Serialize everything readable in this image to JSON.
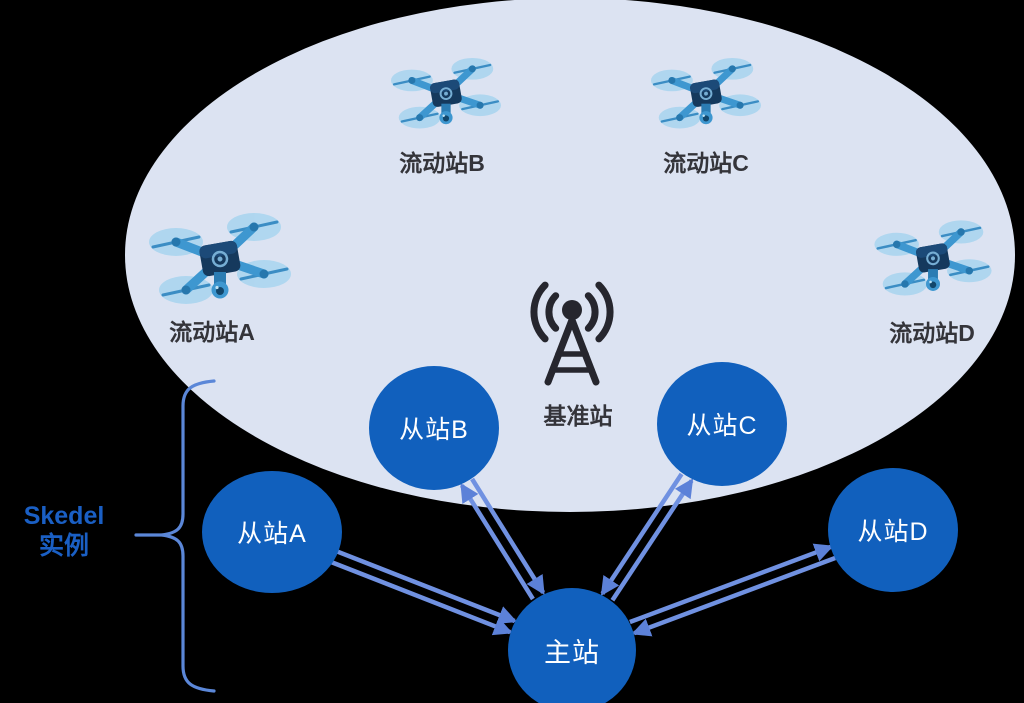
{
  "diagram": {
    "type": "network-architecture",
    "description": "Drone RTK network: rover drones inside a base-station coverage area, mapped to Skedel instance nodes linked to a master node"
  },
  "coverage_area": {
    "shape": "ellipse",
    "color": "#dce3f2"
  },
  "rover_stations": [
    {
      "id": "A",
      "label": "流动站A",
      "icon": "drone-icon"
    },
    {
      "id": "B",
      "label": "流动站B",
      "icon": "drone-icon"
    },
    {
      "id": "C",
      "label": "流动站C",
      "icon": "drone-icon"
    },
    {
      "id": "D",
      "label": "流动站D",
      "icon": "drone-icon"
    }
  ],
  "base_station": {
    "label": "基准站",
    "icon": "radio-tower-icon"
  },
  "slave_stations": [
    {
      "id": "A",
      "label": "从站A"
    },
    {
      "id": "B",
      "label": "从站B"
    },
    {
      "id": "C",
      "label": "从站C"
    },
    {
      "id": "D",
      "label": "从站D"
    }
  ],
  "master_station": {
    "label": "主站"
  },
  "skedel_annotation": {
    "line1": "Skedel",
    "line2": "实例"
  },
  "links": [
    {
      "from": "从站A",
      "to": "主站",
      "style": "two parallel arrows, both pointing to 主站"
    },
    {
      "from": "从站B",
      "to": "主站",
      "style": "bidirectional arrow pair"
    },
    {
      "from": "从站C",
      "to": "主站",
      "style": "bidirectional arrow pair"
    },
    {
      "from": "从站D",
      "to": "主站",
      "style": "bidirectional arrow pair"
    }
  ],
  "colors": {
    "background": "#000000",
    "coverage_ellipse": "#dce3f2",
    "node_fill": "#1160bd",
    "node_text": "#ffffff",
    "arrow_line": "#7091e1",
    "arrowhead": "#5c81d8",
    "brace": "#5b87d8",
    "skedel_text": "#1a5fc4",
    "station_label": "#34343a",
    "tower_icon": "#26262e",
    "drone_body": "#3e97d0",
    "drone_rotor": "#a6d4ef",
    "drone_chip": "#15395d"
  }
}
